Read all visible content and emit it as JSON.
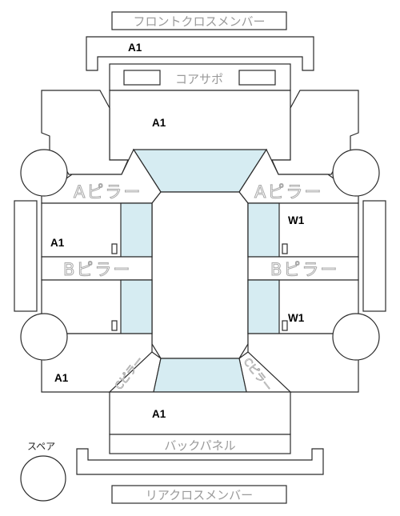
{
  "labels": {
    "front_cross_member": "フロントクロスメンバー",
    "core_support": "コアサポ",
    "a_pillar_left": "Aピラー",
    "a_pillar_right": "Aピラー",
    "b_pillar_left": "Bピラー",
    "b_pillar_right": "Bピラー",
    "c_pillar_left": "Cピラー",
    "c_pillar_right": "Cピラー",
    "back_panel": "バックパネル",
    "rear_cross_member": "リアクロスメンバー",
    "spare": "スペア"
  },
  "marks": {
    "front_member": "A1",
    "hood": "A1",
    "front_left_door": "A1",
    "front_right_door": "W1",
    "rear_right_door": "W1",
    "rear_left_quarter": "A1",
    "trunk": "A1"
  }
}
